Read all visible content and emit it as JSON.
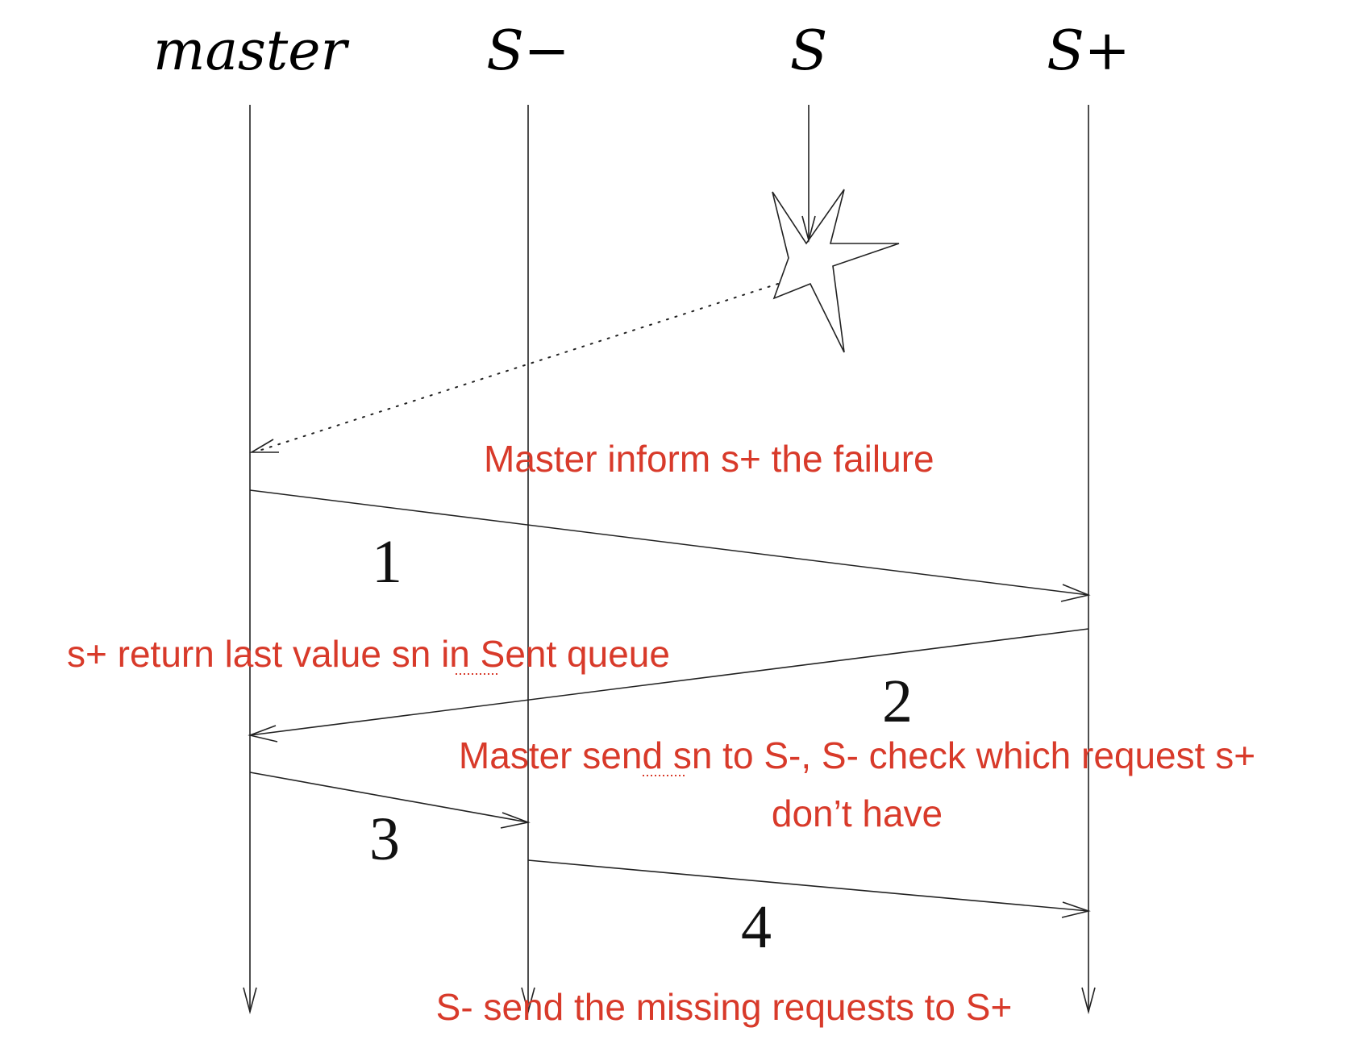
{
  "lifelines": {
    "master": "master",
    "s_minus": "S−",
    "s": "S",
    "s_plus": "S+"
  },
  "steps": {
    "step1": "1",
    "step2": "2",
    "step3": "3",
    "step4": "4"
  },
  "annotations": {
    "inform": "Master inform s+ the failure",
    "return": "s+ return last value sn in Sent queue",
    "send_line1": "Master send sn to S-, S- check which request s+",
    "send_line2": "don’t have",
    "missing": "S- send the missing requests to S+"
  },
  "colors": {
    "annotation": "#d83a2a",
    "ink": "#222222"
  }
}
